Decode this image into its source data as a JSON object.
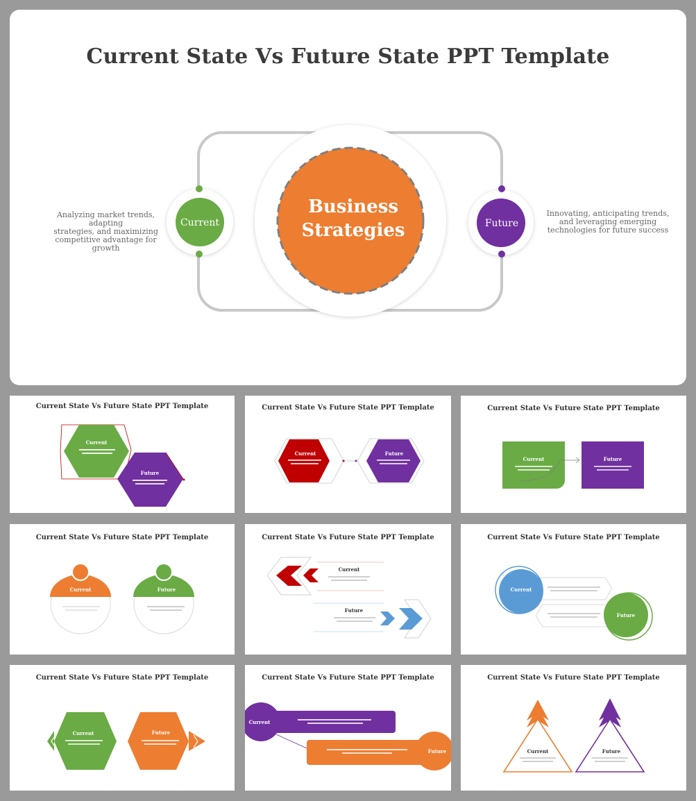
{
  "main": {
    "title": "Current State Vs Future State PPT Template",
    "center": [
      "Business",
      "Strategies"
    ],
    "current_label": "Current",
    "future_label": "Future",
    "current_desc": [
      "Analyzing market trends, adapting",
      "strategies, and maximizing",
      "competitive advantage for growth"
    ],
    "future_desc": [
      "Innovating, anticipating trends,",
      "and leveraging emerging",
      "technologies for future success"
    ]
  },
  "thumbs": {
    "title": "Current State Vs Future State PPT Template",
    "current": "Current",
    "future": "Future",
    "current_desc": "Analyzing market trends, adapting strategies, and maximizing competitive advantage for growth",
    "future_desc": "Innovating, anticipating trends, and leveraging emerging technologies for future success"
  },
  "colors": {
    "green": "#6aab45",
    "purple": "#7030a0",
    "orange": "#ed7d31",
    "red": "#c00000",
    "blue": "#5b9bd5",
    "gray": "#bfbfbf"
  }
}
